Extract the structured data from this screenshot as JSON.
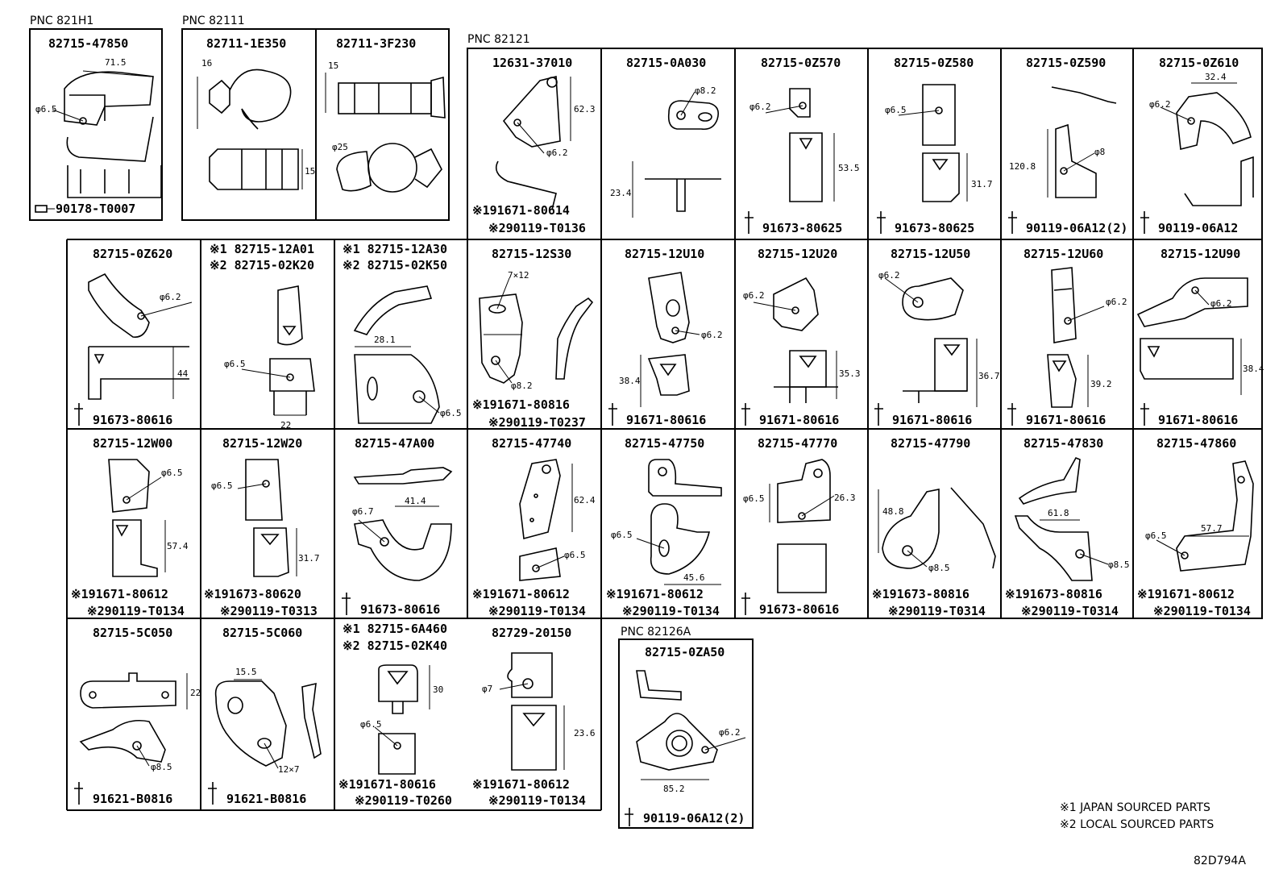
{
  "pnc_labels": [
    "PNC 821H1",
    "PNC 82111",
    "PNC 82121",
    "PNC 82126A"
  ],
  "cells": [
    {
      "part": "82715-47850",
      "bolt": "90178-T0007",
      "dims": [
        "71.5",
        "φ6.5"
      ]
    },
    {
      "part": "82711-1E350",
      "dims": [
        "16",
        "15"
      ]
    },
    {
      "part": "82711-3F230",
      "dims": [
        "15",
        "φ25"
      ]
    },
    {
      "part": "12631-37010",
      "bolt1": "※191671-80614",
      "bolt2": "※290119-T0136",
      "dims": [
        "62.3",
        "φ6.2"
      ]
    },
    {
      "part": "82715-0A030",
      "dims": [
        "φ8.2",
        "23.4"
      ]
    },
    {
      "part": "82715-0Z570",
      "bolt": "91673-80625",
      "dims": [
        "φ6.2",
        "53.5"
      ]
    },
    {
      "part": "82715-0Z580",
      "bolt": "91673-80625",
      "dims": [
        "φ6.5",
        "31.7"
      ]
    },
    {
      "part": "82715-0Z590",
      "bolt": "90119-06A12(2)",
      "dims": [
        "120.8",
        "φ8"
      ]
    },
    {
      "part": "82715-0Z610",
      "bolt": "90119-06A12",
      "dims": [
        "32.4",
        "φ6.2"
      ]
    },
    {
      "part": "82715-0Z620",
      "bolt": "91673-80616",
      "dims": [
        "φ6.2",
        "44"
      ]
    },
    {
      "part1": "※1 82715-12A01",
      "part2": "※2 82715-02K20",
      "dims": [
        "φ6.5",
        "22"
      ]
    },
    {
      "part1": "※1 82715-12A30",
      "part2": "※2 82715-02K50",
      "dims": [
        "28.1",
        "φ6.5"
      ]
    },
    {
      "part": "82715-12S30",
      "bolt1": "※191671-80816",
      "bolt2": "※290119-T0237",
      "dims": [
        "7×12",
        "φ8.2"
      ]
    },
    {
      "part": "82715-12U10",
      "bolt": "91671-80616",
      "dims": [
        "φ6.2",
        "38.4"
      ]
    },
    {
      "part": "82715-12U20",
      "bolt": "91671-80616",
      "dims": [
        "φ6.2",
        "35.3"
      ]
    },
    {
      "part": "82715-12U50",
      "bolt": "91671-80616",
      "dims": [
        "φ6.2",
        "36.7"
      ]
    },
    {
      "part": "82715-12U60",
      "bolt": "91671-80616",
      "dims": [
        "φ6.2",
        "39.2"
      ]
    },
    {
      "part": "82715-12U90",
      "bolt": "91671-80616",
      "dims": [
        "φ6.2",
        "38.4"
      ]
    },
    {
      "part": "82715-12W00",
      "bolt1": "※191671-80612",
      "bolt2": "※290119-T0134",
      "dims": [
        "φ6.5",
        "57.4"
      ]
    },
    {
      "part": "82715-12W20",
      "bolt1": "※191673-80620",
      "bolt2": "※290119-T0313",
      "dims": [
        "φ6.5",
        "31.7"
      ]
    },
    {
      "part": "82715-47A00",
      "bolt": "91673-80616",
      "dims": [
        "41.4",
        "φ6.7"
      ]
    },
    {
      "part": "82715-47740",
      "bolt1": "※191671-80612",
      "bolt2": "※290119-T0134",
      "dims": [
        "62.4",
        "φ6.5"
      ]
    },
    {
      "part": "82715-47750",
      "bolt1": "※191671-80612",
      "bolt2": "※290119-T0134",
      "dims": [
        "φ6.5",
        "45.6"
      ]
    },
    {
      "part": "82715-47770",
      "bolt": "91673-80616",
      "dims": [
        "26.3",
        "φ6.5"
      ]
    },
    {
      "part": "82715-47790",
      "bolt1": "※191673-80816",
      "bolt2": "※290119-T0314",
      "dims": [
        "48.8",
        "φ8.5"
      ]
    },
    {
      "part": "82715-47830",
      "bolt1": "※191673-80816",
      "bolt2": "※290119-T0314",
      "dims": [
        "61.8",
        "φ8.5"
      ]
    },
    {
      "part": "82715-47860",
      "bolt1": "※191671-80612",
      "bolt2": "※290119-T0134",
      "dims": [
        "φ6.5",
        "57.7"
      ]
    },
    {
      "part": "82715-5C050",
      "bolt": "91621-B0816",
      "dims": [
        "22",
        "φ8.5"
      ]
    },
    {
      "part": "82715-5C060",
      "bolt": "91621-B0816",
      "dims": [
        "15.5",
        "12×7"
      ]
    },
    {
      "part1": "※1 82715-6A460",
      "part2": "※2 82715-02K40",
      "bolt1": "※191671-80616",
      "bolt2": "※290119-T0260",
      "dims": [
        "30",
        "φ6.5"
      ]
    },
    {
      "part": "82729-20150",
      "bolt1": "※191671-80612",
      "bolt2": "※290119-T0134",
      "dims": [
        "φ7",
        "23.6"
      ]
    },
    {
      "part": "82715-0ZA50",
      "bolt": "90119-06A12(2)",
      "dims": [
        "φ6.2",
        "85.2"
      ]
    }
  ],
  "footnotes": [
    "※1 JAPAN SOURCED PARTS",
    "※2 LOCAL SOURCED PARTS"
  ],
  "diagram_code": "82D794A"
}
